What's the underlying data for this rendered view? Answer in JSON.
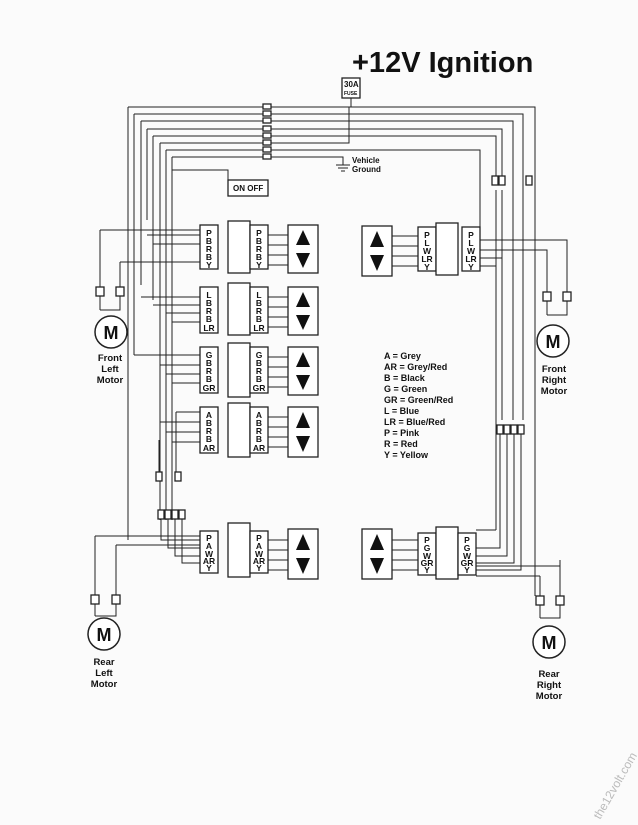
{
  "title": "+12V Ignition",
  "fuse": {
    "line1": "30A",
    "line2": "FUSE"
  },
  "ground_label": {
    "line1": "Vehicle",
    "line2": "Ground"
  },
  "main_switch_label": "ON OFF",
  "motors": {
    "front_left": {
      "symbol": "M",
      "lines": [
        "Front",
        "Left",
        "Motor"
      ]
    },
    "front_right": {
      "symbol": "M",
      "lines": [
        "Front",
        "Right",
        "Motor"
      ]
    },
    "rear_left": {
      "symbol": "M",
      "lines": [
        "Rear",
        "Left",
        "Motor"
      ]
    },
    "rear_right": {
      "symbol": "M",
      "lines": [
        "Rear",
        "Right",
        "Motor"
      ]
    }
  },
  "connectors": {
    "c1": [
      "P",
      "B",
      "R",
      "B",
      "Y"
    ],
    "c2": [
      "P",
      "B",
      "R",
      "B",
      "Y"
    ],
    "c3": [
      "L",
      "B",
      "R",
      "B",
      "LR"
    ],
    "c4": [
      "L",
      "B",
      "R",
      "B",
      "LR"
    ],
    "c5": [
      "G",
      "B",
      "R",
      "B",
      "GR"
    ],
    "c6": [
      "G",
      "B",
      "R",
      "B",
      "GR"
    ],
    "c7": [
      "A",
      "B",
      "R",
      "B",
      "AR"
    ],
    "c8": [
      "A",
      "B",
      "R",
      "B",
      "AR"
    ],
    "c9": [
      "P",
      "L",
      "W",
      "LR",
      "Y"
    ],
    "c10": [
      "P",
      "L",
      "W",
      "LR",
      "Y"
    ],
    "c11": [
      "P",
      "A",
      "W",
      "AR",
      "Y"
    ],
    "c12": [
      "P",
      "A",
      "W",
      "AR",
      "Y"
    ],
    "c13": [
      "P",
      "G",
      "W",
      "GR",
      "Y"
    ],
    "c14": [
      "P",
      "G",
      "W",
      "GR",
      "Y"
    ]
  },
  "legend": [
    "A = Grey",
    "AR = Grey/Red",
    "B = Black",
    "G = Green",
    "GR = Green/Red",
    "L = Blue",
    "LR = Blue/Red",
    "P = Pink",
    "R = Red",
    "Y = Yellow"
  ],
  "watermark": "the12volt.com"
}
